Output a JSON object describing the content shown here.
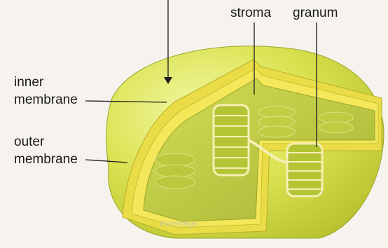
{
  "labels": {
    "stroma": "stroma",
    "granum": "granum",
    "inner_membrane_line1": "inner",
    "inner_membrane_line2": "membrane",
    "outer_membrane_line1": "outer",
    "outer_membrane_line2": "membrane"
  },
  "signature": "Hennings",
  "colors": {
    "background": "#f6f3ef",
    "outer_membrane": "#d6e04a",
    "inner_membrane": "#f3e24a",
    "stroma": "#c8d24c",
    "thylakoid": "#bfd23a",
    "thylakoid_edge": "#f6efb6",
    "leader_line": "#1a1a1a"
  }
}
